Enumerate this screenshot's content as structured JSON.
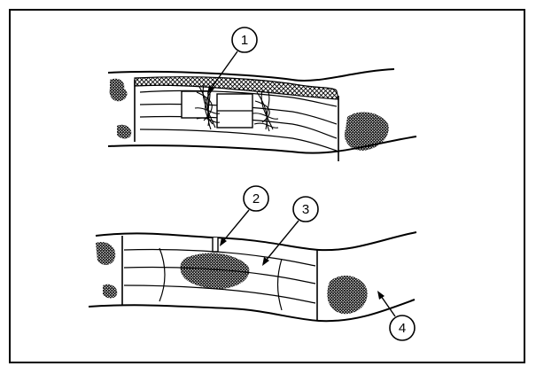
{
  "figure": {
    "callouts": [
      {
        "label": "1"
      },
      {
        "label": "2"
      },
      {
        "label": "3"
      },
      {
        "label": "4"
      }
    ]
  }
}
